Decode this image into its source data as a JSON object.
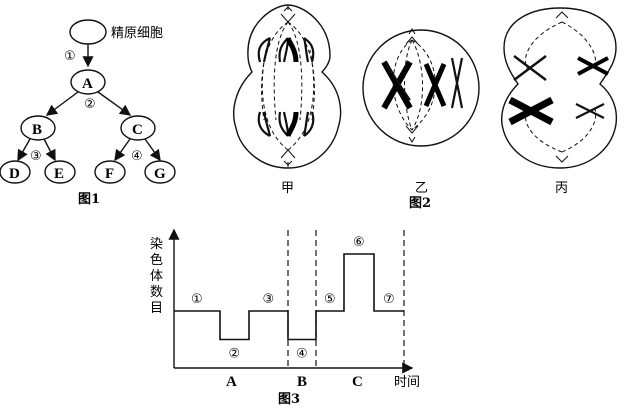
{
  "figure1": {
    "caption": "图1",
    "top_label": "精原细胞",
    "cells": {
      "A": "A",
      "B": "B",
      "C": "C",
      "D": "D",
      "E": "E",
      "F": "F",
      "G": "G"
    },
    "steps": {
      "s1": "①",
      "s2": "②",
      "s3": "③",
      "s4": "④"
    }
  },
  "figure2": {
    "caption": "图2",
    "cells": {
      "jia": "甲",
      "yi": "乙",
      "bing": "丙"
    }
  },
  "figure3": {
    "caption": "图3",
    "ylabel": "染色体数目",
    "xlabel": "时间",
    "phases": {
      "a": "A",
      "b": "B",
      "c": "C"
    },
    "segments": [
      "①",
      "②",
      "③",
      "④",
      "⑤",
      "⑥",
      "⑦"
    ],
    "levels": [
      2,
      1,
      2,
      1,
      2,
      4,
      2
    ]
  }
}
